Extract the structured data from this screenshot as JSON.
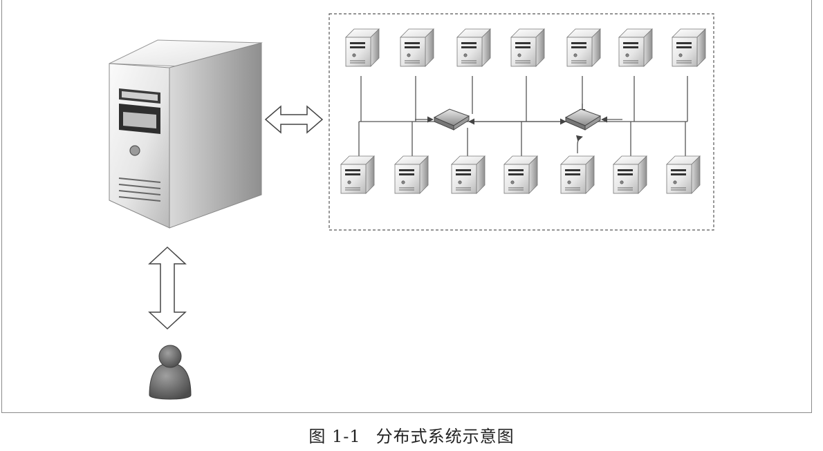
{
  "figure": {
    "number": "图 1-1",
    "title": "分布式系统示意图"
  },
  "nodes": {
    "main_server": "server-tower-icon",
    "user": "user-icon",
    "cluster_top_count": 7,
    "cluster_bottom_count": 7,
    "switch_count": 2
  },
  "colors": {
    "server_light": "#f4f4f4",
    "server_dark": "#9a9a9a",
    "user": "#6e6e6e",
    "line": "#555555"
  }
}
